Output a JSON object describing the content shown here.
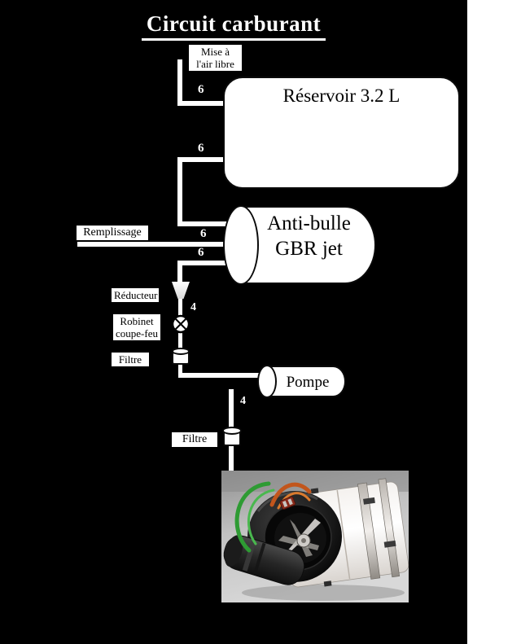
{
  "title": "Circuit carburant",
  "vent": {
    "line1": "Mise à",
    "line2": "l'air libre"
  },
  "reservoir": {
    "label": "Réservoir 3.2 L"
  },
  "antibubble": {
    "line1": "Anti-bulle",
    "line2": "GBR jet"
  },
  "filling": {
    "label": "Remplissage"
  },
  "reducer": {
    "label": "Réducteur"
  },
  "fire_valve": {
    "line1": "Robinet",
    "line2": "coupe-feu"
  },
  "filter_upper": {
    "label": "Filtre"
  },
  "pump": {
    "label": "Pompe"
  },
  "filter_lower": {
    "label": "Filtre"
  },
  "pipe_diameters": {
    "d6": [
      "6",
      "6",
      "6",
      "6"
    ],
    "d4": [
      "4",
      "4"
    ]
  },
  "colors": {
    "background": "#000000",
    "shape_fill": "#ffffff",
    "label_text": "#000000",
    "diagram_text": "#ffffff",
    "cable_green": "#2e9b33",
    "cable_orange": "#c2561c"
  }
}
